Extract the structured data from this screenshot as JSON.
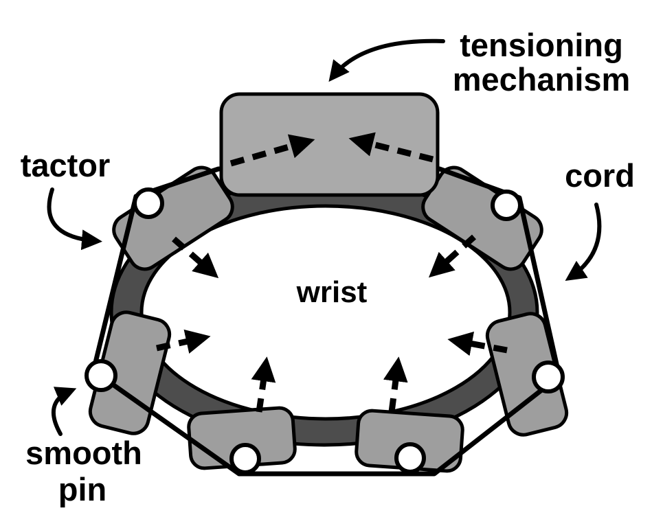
{
  "diagram": {
    "labels": {
      "tensioning_line1": "tensioning",
      "tensioning_line2": "mechanism",
      "tactor": "tactor",
      "cord": "cord",
      "wrist": "wrist",
      "smooth_line1": "smooth",
      "smooth_line2": "pin"
    },
    "colors": {
      "band": "#4d4d4d",
      "tactor": "#9e9e9e",
      "mechanism": "#aaaaaa",
      "pin": "#ffffff",
      "wrist_fill": "#ffffff",
      "outline": "#000000",
      "background": "#ffffff"
    }
  }
}
